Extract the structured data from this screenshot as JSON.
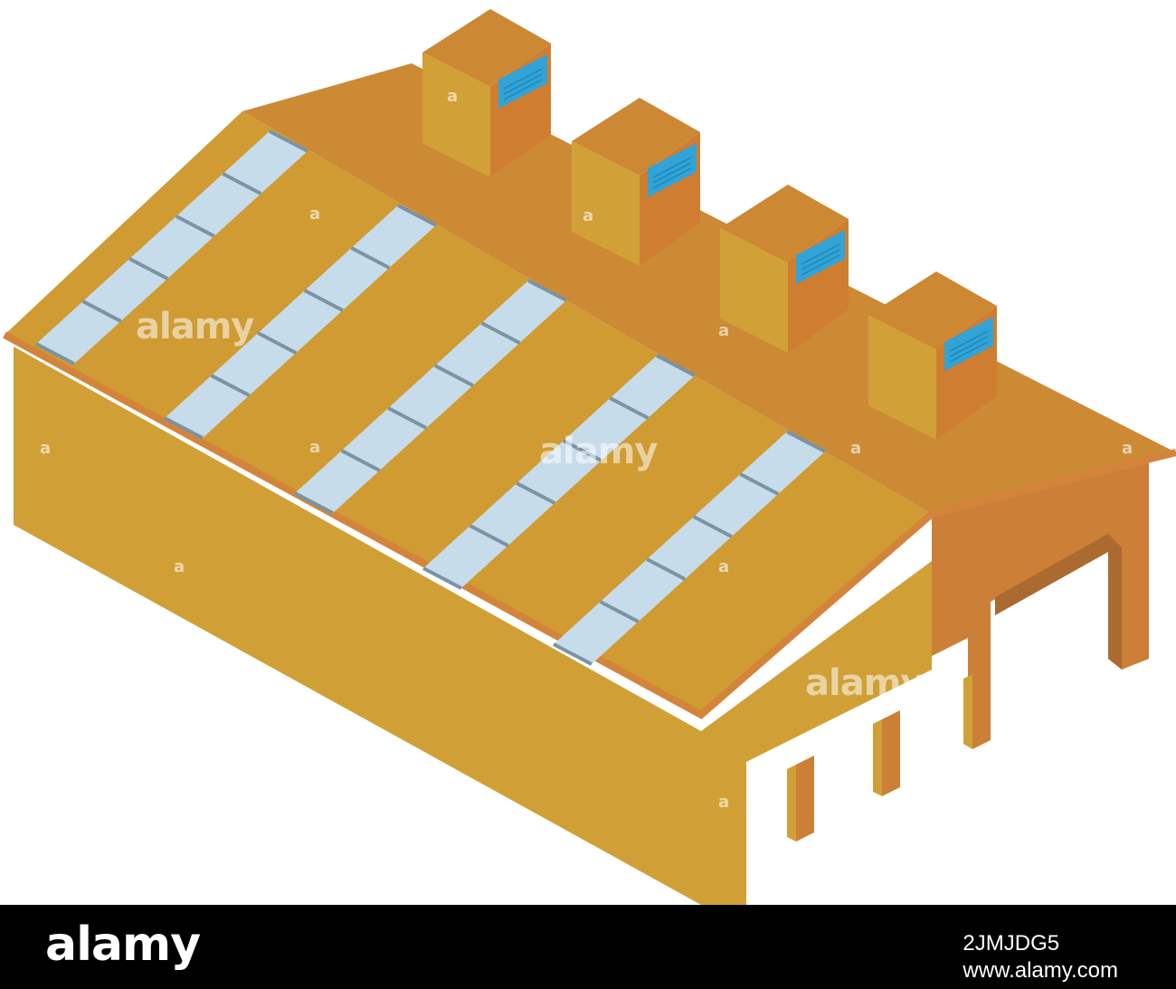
{
  "illustration": {
    "colors": {
      "roof_front": "#cf9b32",
      "roof_back": "#cc8a35",
      "wall_front": "#d0a036",
      "wall_side": "#cc7f36",
      "wall_inner": "#ab6a30",
      "vent_box_face": "#d1a036",
      "vent_box_side": "#cf7d31",
      "vent_box_top": "#cd8833",
      "vent_grille": "#32a3d6",
      "skylight": "#c6dceb",
      "skylight_bar": "#7b93a2",
      "eave_edge": "#d4843a"
    }
  },
  "watermark": {
    "word": "alamy",
    "letter": "a"
  },
  "footer": {
    "logo": "alamy",
    "image_id": "2JMJDG5",
    "site": "www.alamy.com"
  }
}
